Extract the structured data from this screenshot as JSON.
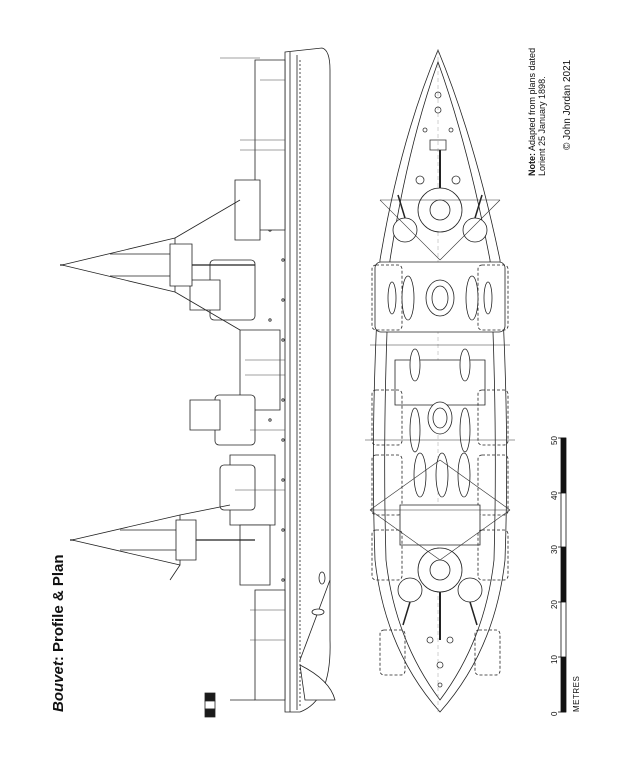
{
  "title": {
    "ship": "Bouvet",
    "rest": ": Profile & Plan"
  },
  "note": {
    "label": "Note:",
    "line1": " Adapted from plans dated",
    "line2": "Lorient 25 January 1898."
  },
  "copyright": "© John Jordan 2021",
  "scale_bar": {
    "unit": "METRES",
    "ticks": [
      "0",
      "10",
      "20",
      "30",
      "40",
      "50"
    ],
    "max": 50
  },
  "flag_colors": [
    "#1a1a1a",
    "#ffffff",
    "#1a1a1a"
  ]
}
